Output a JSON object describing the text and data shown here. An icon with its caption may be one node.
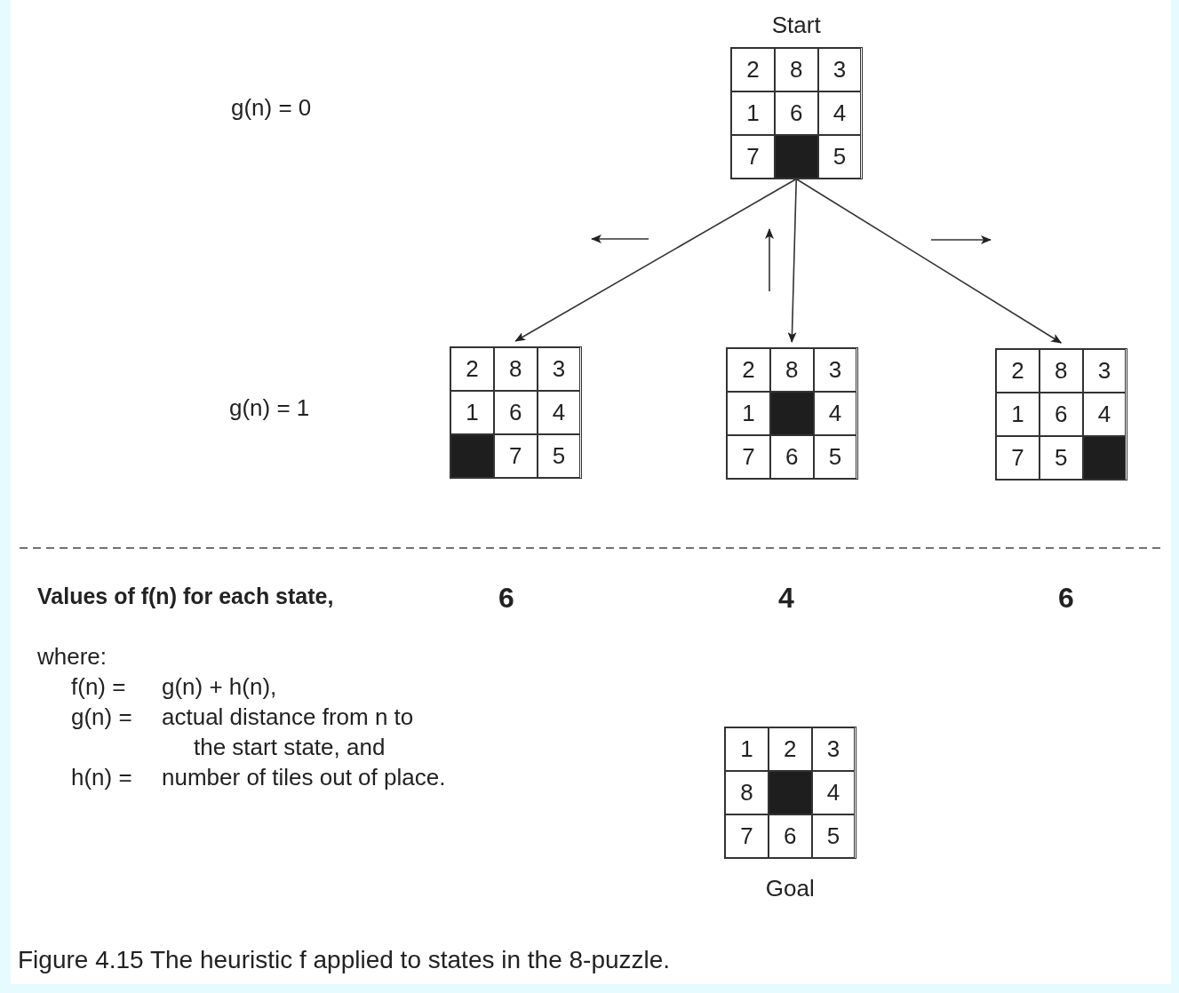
{
  "diagram": {
    "caption": "Figure 4.15 The heuristic f applied to states in the 8-puzzle.",
    "nodes": [
      {
        "text": [],
        "shape": "box",
        "beside": [
          "Start"
        ]
      },
      {
        "text": [
          "2"
        ],
        "in": 0
      },
      {
        "text": [
          "8"
        ],
        "in": 0
      },
      {
        "text": [
          "3"
        ],
        "in": 0
      },
      {
        "text": [
          "1"
        ],
        "in": 0
      },
      {
        "text": [
          "6"
        ],
        "in": 0
      },
      {
        "text": [
          "4"
        ],
        "in": 0
      },
      {
        "text": [
          "7"
        ],
        "in": 0
      },
      {
        "text": [],
        "shape": "box",
        "in": 0
      },
      {
        "text": [
          "5"
        ],
        "in": 0
      },
      {
        "text": [],
        "shape": "box"
      },
      {
        "text": [
          "2"
        ],
        "in": 10
      },
      {
        "text": [
          "8"
        ],
        "in": 10
      },
      {
        "text": [
          "3"
        ],
        "in": 10
      },
      {
        "text": [
          "1"
        ],
        "in": 10
      },
      {
        "text": [
          "6"
        ],
        "in": 10
      },
      {
        "text": [
          "4"
        ],
        "in": 10
      },
      {
        "text": [],
        "shape": "box",
        "in": 10
      },
      {
        "text": [
          "7"
        ],
        "in": 10
      },
      {
        "text": [
          "5"
        ],
        "in": 10
      },
      {
        "text": [],
        "shape": "box"
      },
      {
        "text": [
          "2"
        ],
        "in": 20
      },
      {
        "text": [
          "8"
        ],
        "in": 20
      },
      {
        "text": [
          "3"
        ],
        "in": 20
      },
      {
        "text": [
          "1"
        ],
        "in": 20
      },
      {
        "text": [],
        "shape": "box",
        "in": 20
      },
      {
        "text": [
          "4"
        ],
        "in": 20
      },
      {
        "text": [
          "7"
        ],
        "in": 20
      },
      {
        "text": [
          "6"
        ],
        "in": 20
      },
      {
        "text": [
          "5"
        ],
        "in": 20
      },
      {
        "text": [],
        "shape": "box"
      },
      {
        "text": [
          "2"
        ],
        "in": 30
      },
      {
        "text": [
          "8"
        ],
        "in": 30
      },
      {
        "text": [
          "3"
        ],
        "in": 30
      },
      {
        "text": [
          "1"
        ],
        "in": 30
      },
      {
        "text": [
          "6"
        ],
        "in": 30
      },
      {
        "text": [
          "4"
        ],
        "in": 30
      },
      {
        "text": [
          "7"
        ],
        "in": 30
      },
      {
        "text": [
          "5"
        ],
        "in": 30
      },
      {
        "text": [],
        "shape": "box",
        "in": 30
      },
      {
        "text": [],
        "shape": "box",
        "beside": [
          "Goal"
        ]
      },
      {
        "text": [
          "1"
        ],
        "in": 40
      },
      {
        "text": [
          "2"
        ],
        "in": 40
      },
      {
        "text": [
          "3"
        ],
        "in": 40
      },
      {
        "text": [
          "8"
        ],
        "in": 40
      },
      {
        "text": [],
        "shape": "box",
        "in": 40
      },
      {
        "text": [
          "4"
        ],
        "in": 40
      },
      {
        "text": [
          "7"
        ],
        "in": 40
      },
      {
        "text": [
          "6"
        ],
        "in": 40
      },
      {
        "text": [
          "5"
        ],
        "in": 40
      }
    ],
    "edges": [
      {
        "from": 0,
        "to": 10,
        "arrow": "to"
      },
      {
        "from": 0,
        "to": 20,
        "arrow": "to"
      },
      {
        "from": 0,
        "to": 30,
        "arrow": "to"
      }
    ],
    "labels": [
      "g(n) = 0",
      "g(n) = 1",
      "Values of f(n) for each state,",
      "6",
      "4",
      "6",
      "where:",
      "f(n) =",
      "g(n) + h(n),",
      "g(n) =",
      "actual distance from n to the start state, and",
      "h(n) =",
      "number of tiles out of place."
    ]
  }
}
